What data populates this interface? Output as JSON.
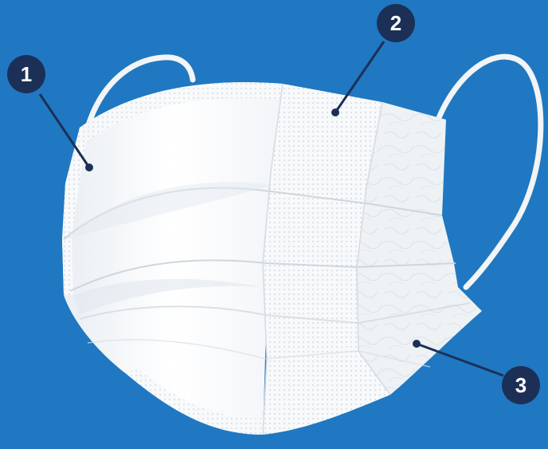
{
  "background_color": "#1f78c1",
  "mask": {
    "outer_layer_color": "#f4f7fa",
    "middle_layer_color": "#ffffff",
    "inner_layer_color": "#eef2f5",
    "ear_loop_color": "#f2f4f6"
  },
  "callouts": [
    {
      "label": "1",
      "badge_color": "#1c3057"
    },
    {
      "label": "2",
      "badge_color": "#1c3057"
    },
    {
      "label": "3",
      "badge_color": "#1c3057"
    }
  ]
}
